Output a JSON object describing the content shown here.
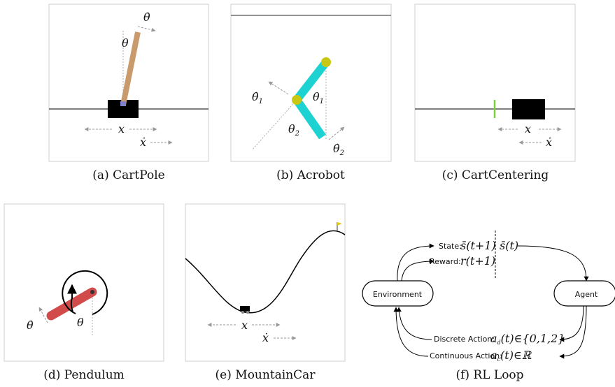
{
  "captions": {
    "a": "(a)  CartPole",
    "b": "(b)  Acrobot",
    "c": "(c)  CartCentering",
    "d": "(d)  Pendulum",
    "e": "(e)  MountainCar",
    "f": "(f)  RL Loop"
  },
  "cartpole": {
    "theta_dot": "θ̇",
    "theta": "θ",
    "x": "x",
    "x_dot": "ẋ"
  },
  "acrobot": {
    "theta1_dot": "θ̇",
    "theta1_dot_sub": "1",
    "theta1": "θ",
    "theta1_sub": "1",
    "theta2": "θ",
    "theta2_sub": "2",
    "theta2_dot": "θ̇",
    "theta2_dot_sub": "2"
  },
  "cartcentering": {
    "x": "x",
    "x_dot": "ẋ"
  },
  "pendulum": {
    "theta_dot": "θ̇",
    "theta": "θ"
  },
  "mountaincar": {
    "x": "x",
    "x_dot": "ẋ"
  },
  "rl_loop": {
    "environment": "Environment",
    "agent": "Agent",
    "state_label": "State:",
    "state_value": "s̄(t+1)",
    "state_now": "s̄(t)",
    "reward_label": "Reward:",
    "reward_value": "r(t+1)",
    "discrete_label": "Discrete Action:",
    "discrete_value": "a",
    "discrete_sub": "d",
    "discrete_set": "(t)∈{0,1,2}",
    "continuous_label": "Continuous Action:",
    "continuous_value": "a",
    "continuous_sub": "c",
    "continuous_set": "(t)∈ℝ"
  },
  "colors": {
    "pole": "#c99a6c",
    "cart": "#000000",
    "joint": "#c8c814",
    "link": "#1ed2d2",
    "pendulum_rod": "#d24b4b",
    "flag": "#e6c81e",
    "marker": "#7ccf3a",
    "arrow": "#999999"
  }
}
